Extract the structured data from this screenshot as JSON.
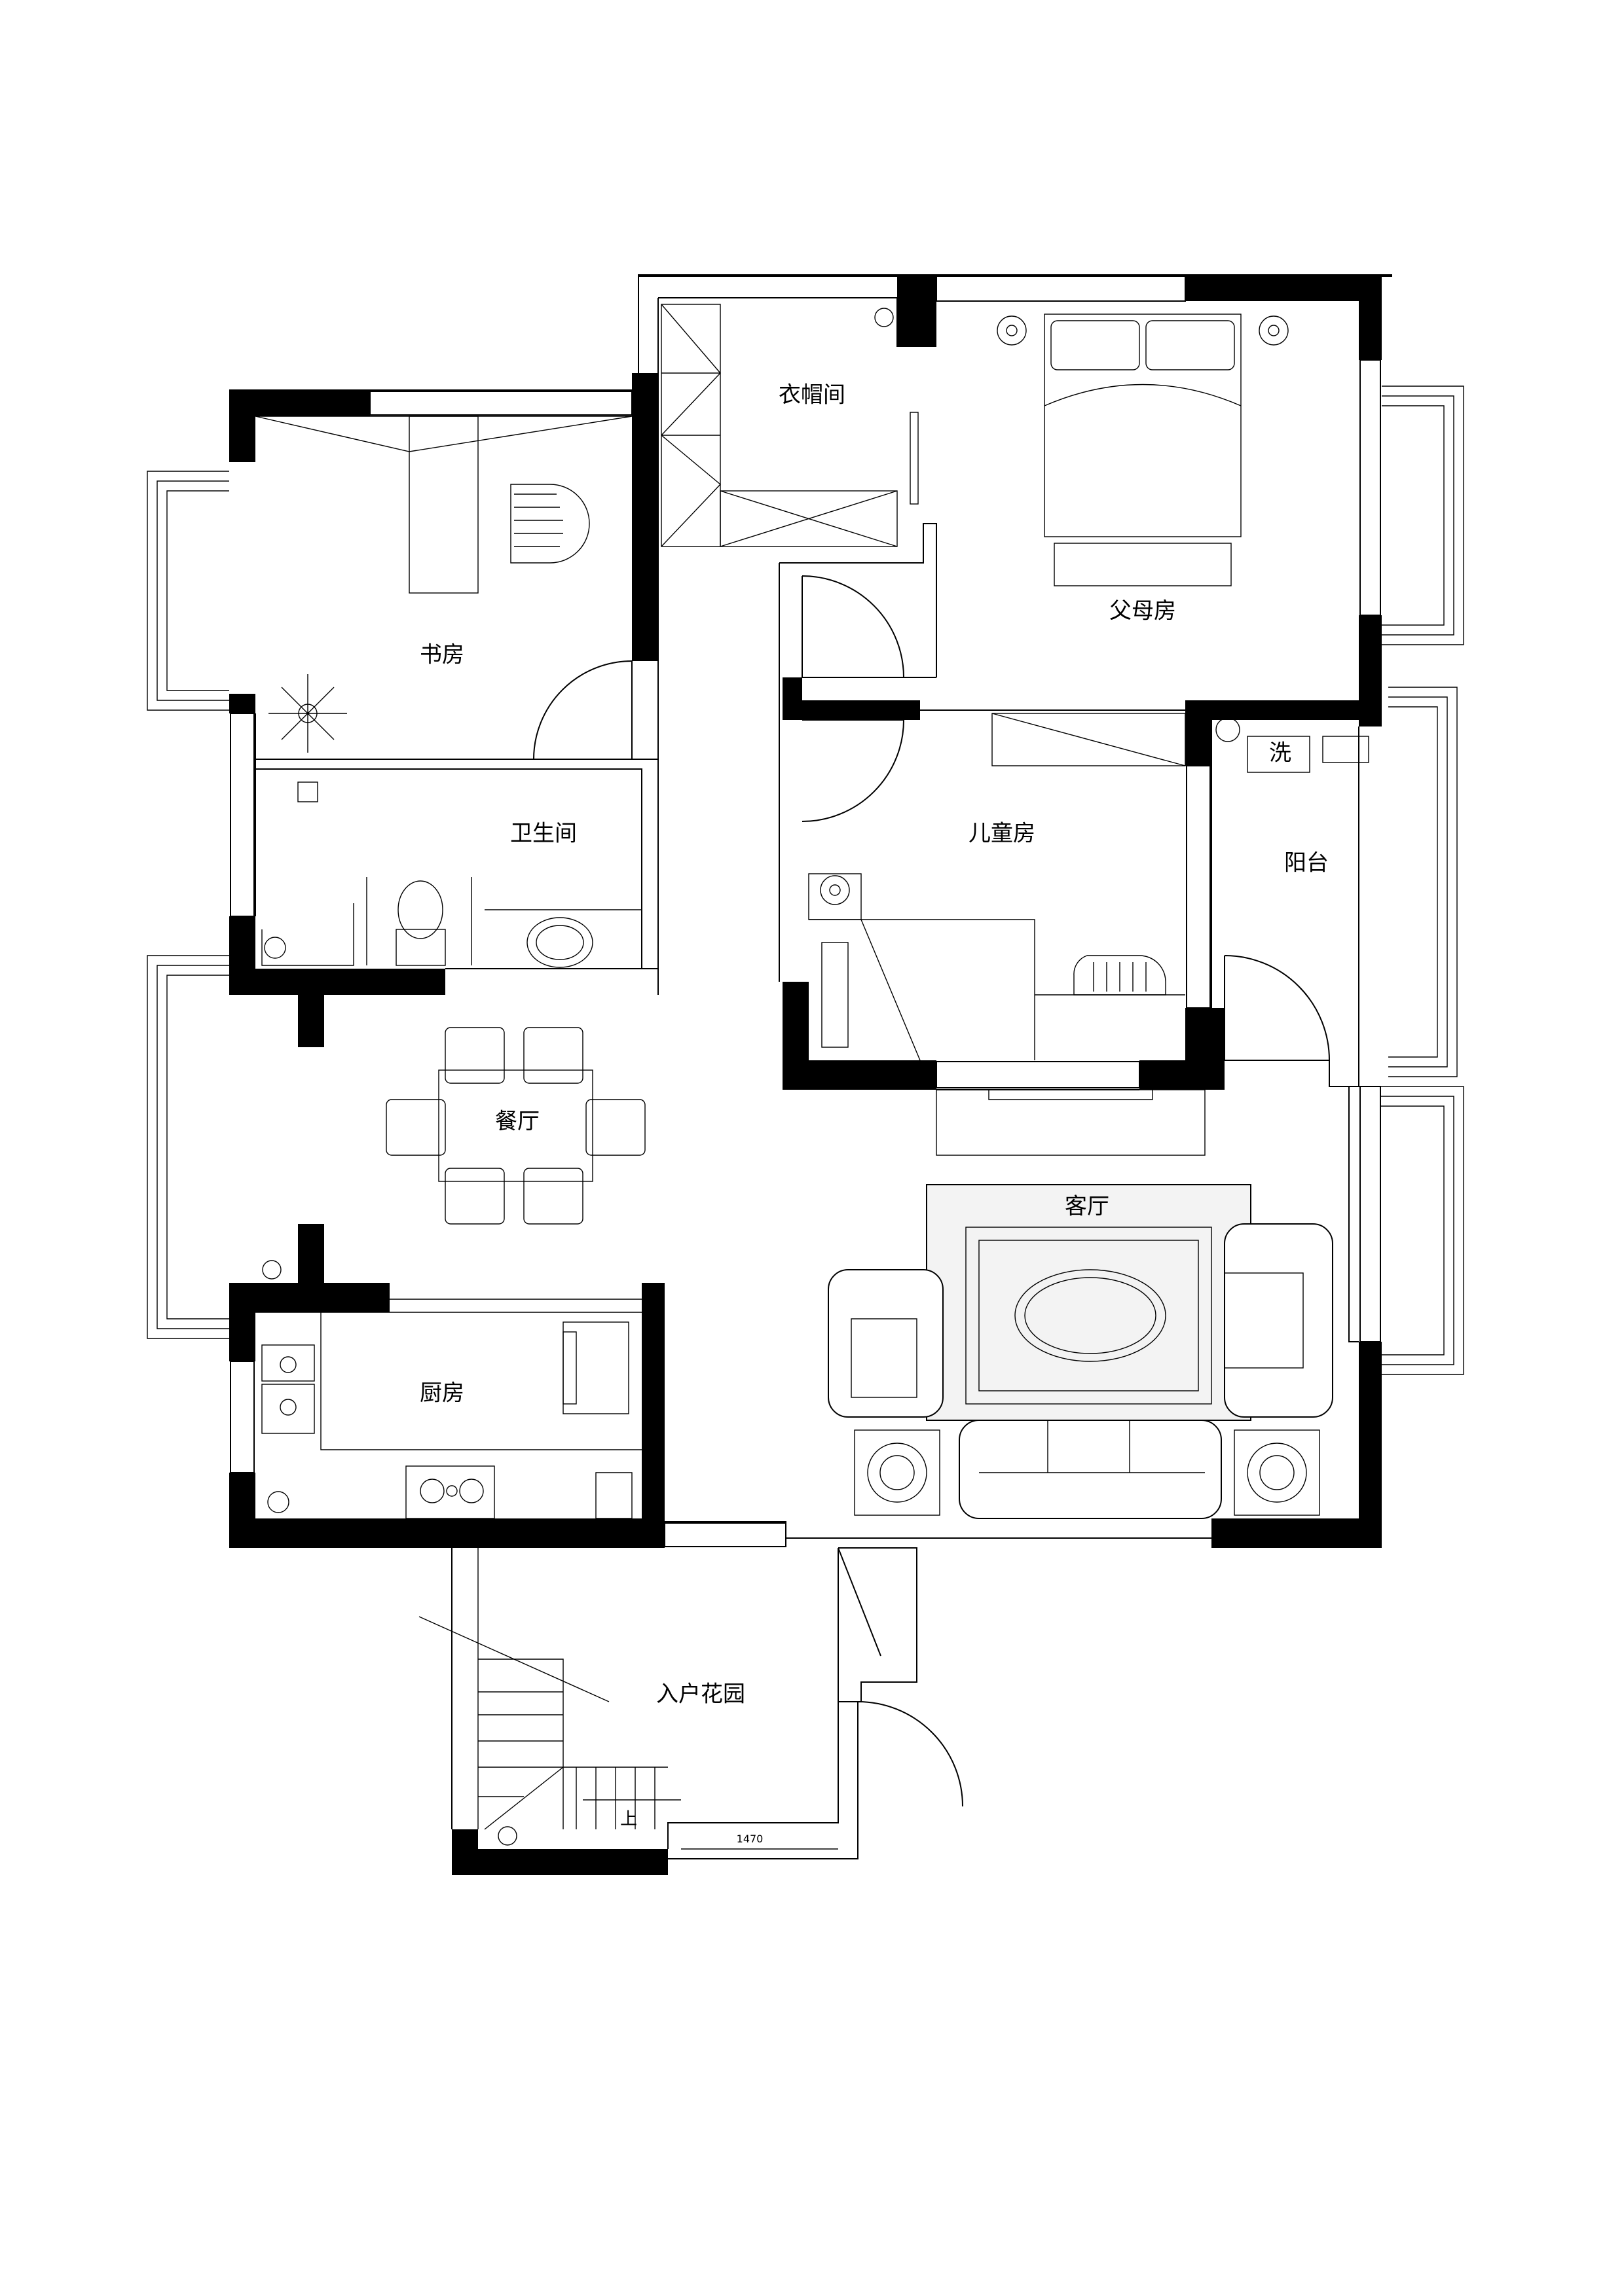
{
  "rooms": {
    "cloakroom": "衣帽间",
    "master_bedroom": "父母房",
    "study": "书房",
    "bathroom": "卫生间",
    "kids_room": "儿童房",
    "balcony": "阳台",
    "washer": "洗",
    "dining_room": "餐厅",
    "living_room": "客厅",
    "kitchen": "厨房",
    "entrance_garden": "入户花园"
  },
  "stair_label": "上",
  "dimension": "1470"
}
